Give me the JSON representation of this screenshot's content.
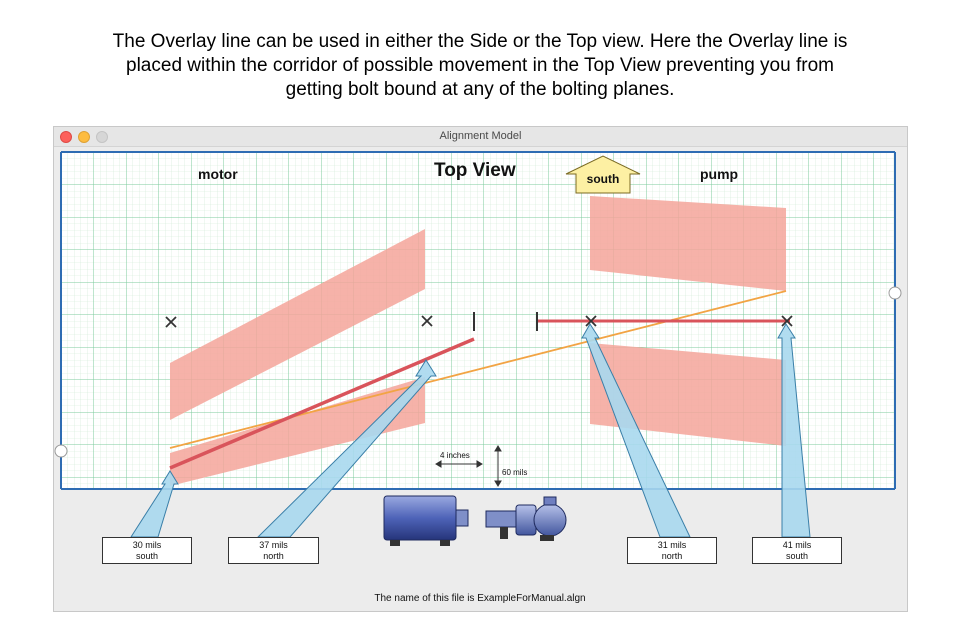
{
  "caption": {
    "line1": "The Overlay line can be used in either the Side or the Top view.  Here the Overlay line is",
    "line2": "placed within the corridor of possible movement in the Top View preventing you from",
    "line3": "getting bolt bound at any of the bolting planes."
  },
  "window": {
    "title": "Alignment Model"
  },
  "view": {
    "title": "Top View",
    "motor_label": "motor",
    "pump_label": "pump",
    "direction_label": "south"
  },
  "scale": {
    "horizontal_label": "4 inches",
    "vertical_label": "60 mils"
  },
  "moves": [
    {
      "amount": "30 mils",
      "direction": "south"
    },
    {
      "amount": "37 mils",
      "direction": "north"
    },
    {
      "amount": "31 mils",
      "direction": "north"
    },
    {
      "amount": "41 mils",
      "direction": "south"
    }
  ],
  "footer": {
    "text": "The name of this file is ExampleForManual.algn"
  },
  "colors": {
    "grid_major": "#6fc894",
    "grid_minor": "#c9e8d2",
    "corridor": "#f4a59a",
    "alignment_line": "#d9545b",
    "overlay_line": "#f2a444",
    "arrow_fill": "#a9d8ee",
    "border": "#2e6cb3"
  }
}
